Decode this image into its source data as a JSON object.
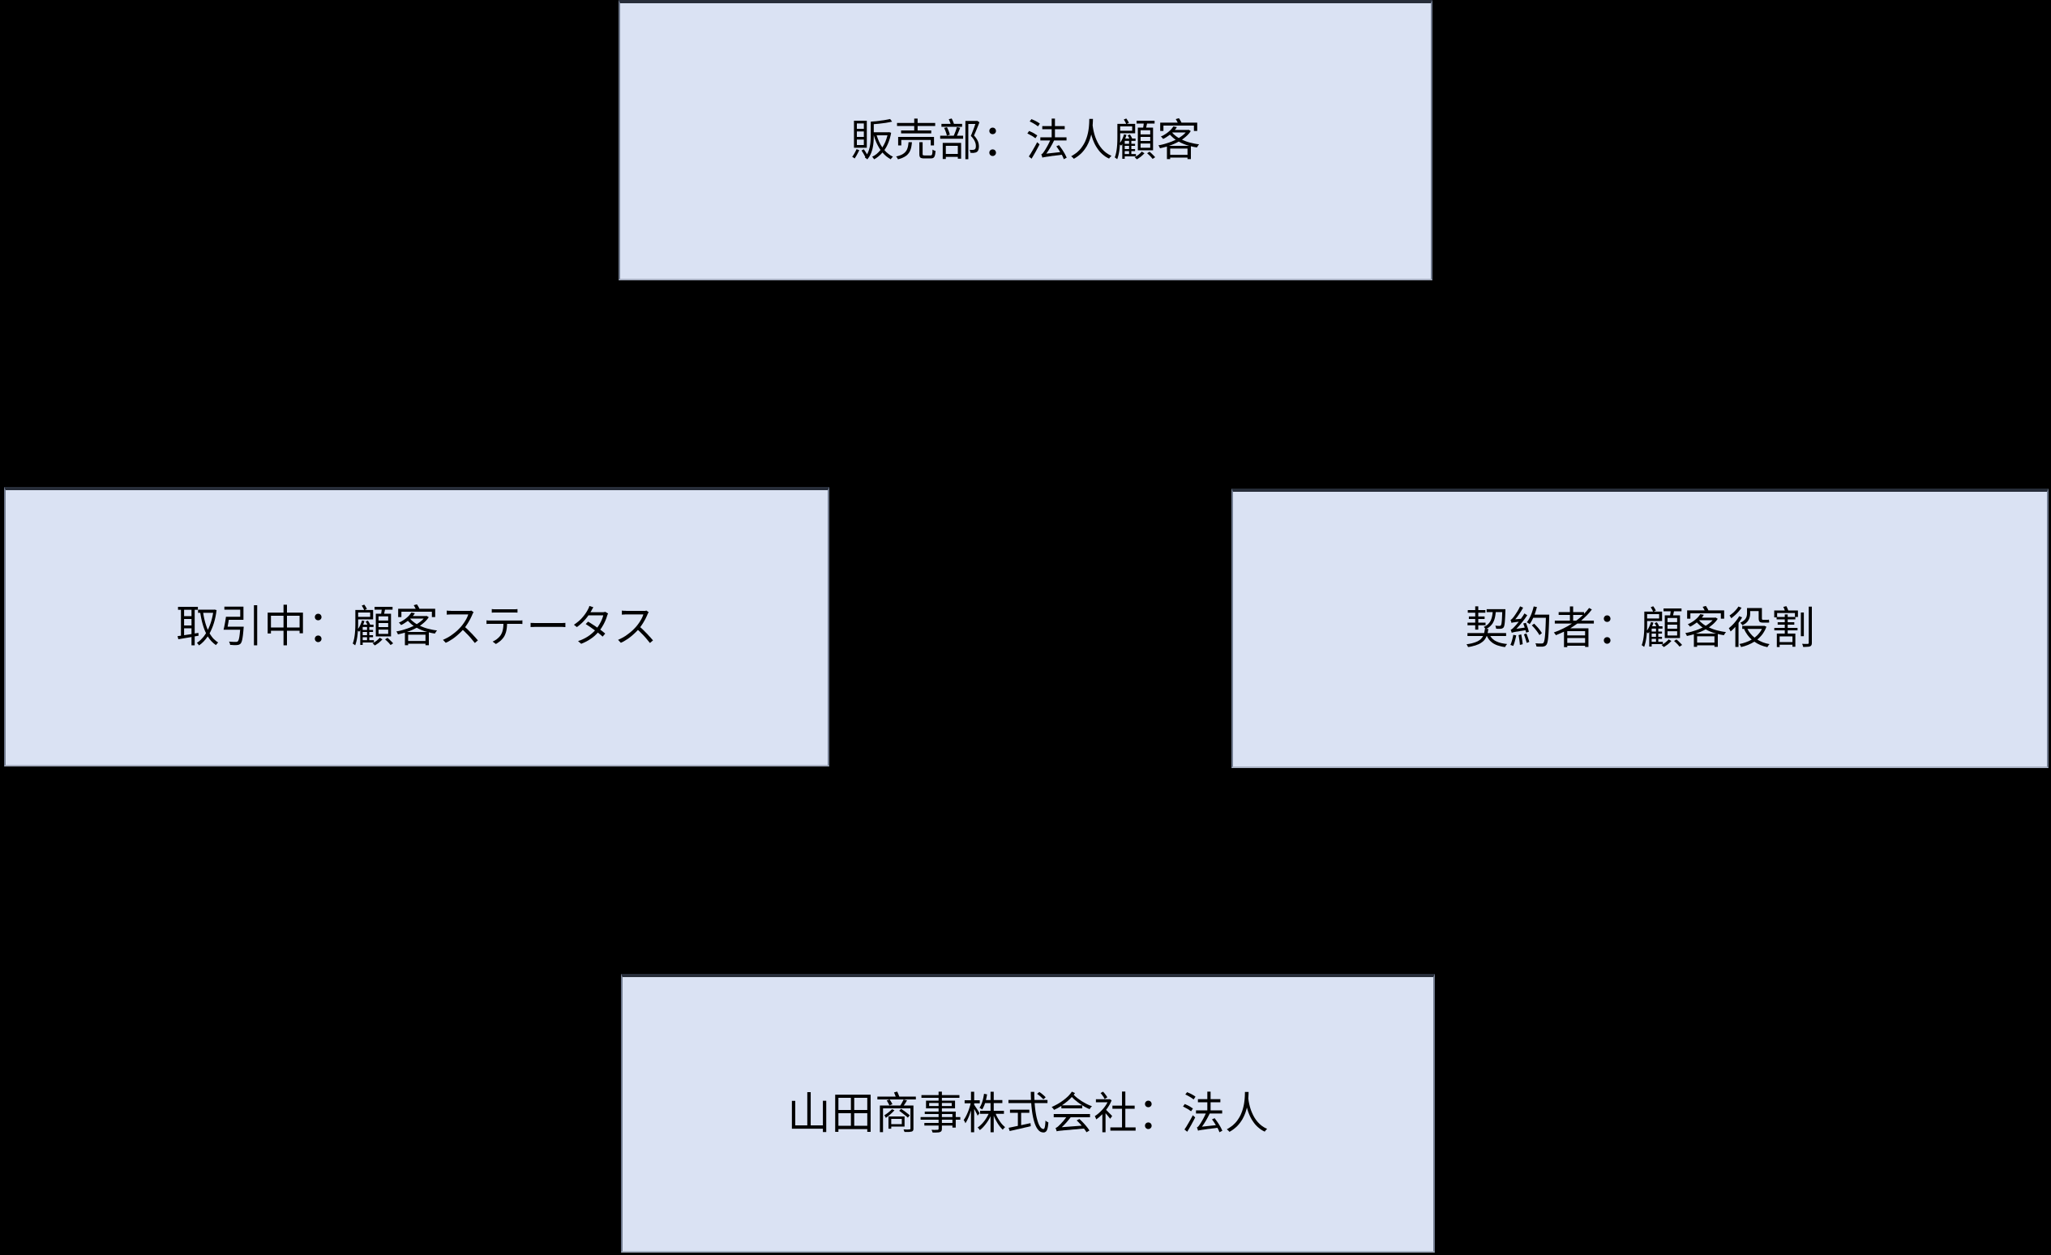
{
  "diagram": {
    "type": "object-diagram",
    "background_color": "#000000",
    "node_fill_color": "#dae2f3",
    "node_border_color": "#272d39",
    "text_color": "#000000",
    "nodes": [
      {
        "id": "corporate-customer",
        "position": "top",
        "label": "販売部：法人顧客"
      },
      {
        "id": "customer-status",
        "position": "left",
        "label": "取引中：顧客ステータス"
      },
      {
        "id": "customer-role",
        "position": "right",
        "label": "契約者：顧客役割"
      },
      {
        "id": "corporation",
        "position": "bottom",
        "label": "山田商事株式会社：法人"
      }
    ]
  }
}
